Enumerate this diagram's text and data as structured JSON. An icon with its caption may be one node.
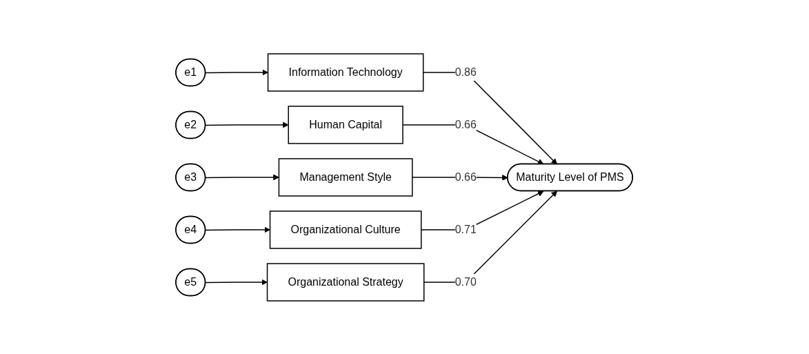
{
  "diagram": {
    "nodes": [
      {
        "text": [
          "e1"
        ]
      },
      {
        "text": [
          "Information Technology"
        ]
      },
      {
        "text": [
          "e2"
        ]
      },
      {
        "text": [
          "Human Capital"
        ]
      },
      {
        "text": [
          "e3"
        ]
      },
      {
        "text": [
          "Management Style"
        ]
      },
      {
        "text": [
          "e4"
        ]
      },
      {
        "text": [
          "Organizational Culture"
        ]
      },
      {
        "text": [
          "e5"
        ]
      },
      {
        "text": [
          "Organizational Strategy"
        ]
      },
      {
        "text": [
          "Maturity Level of PMS"
        ]
      }
    ],
    "edges": [
      {
        "from": 0,
        "to": 1,
        "arrow": "to"
      },
      {
        "from": 2,
        "to": 3,
        "arrow": "to"
      },
      {
        "from": 4,
        "to": 5,
        "arrow": "to"
      },
      {
        "from": 6,
        "to": 7,
        "arrow": "to"
      },
      {
        "from": 8,
        "to": 9,
        "arrow": "to"
      },
      {
        "from": 1,
        "to": 10,
        "label": "0.86",
        "arrow": "to"
      },
      {
        "from": 3,
        "to": 10,
        "label": "0.66",
        "arrow": "to"
      },
      {
        "from": 5,
        "to": 10,
        "label": "0.66",
        "arrow": "to"
      },
      {
        "from": 7,
        "to": 10,
        "label": "0.71",
        "arrow": "to"
      },
      {
        "from": 9,
        "to": 10,
        "label": "0.70",
        "arrow": "to"
      }
    ]
  }
}
